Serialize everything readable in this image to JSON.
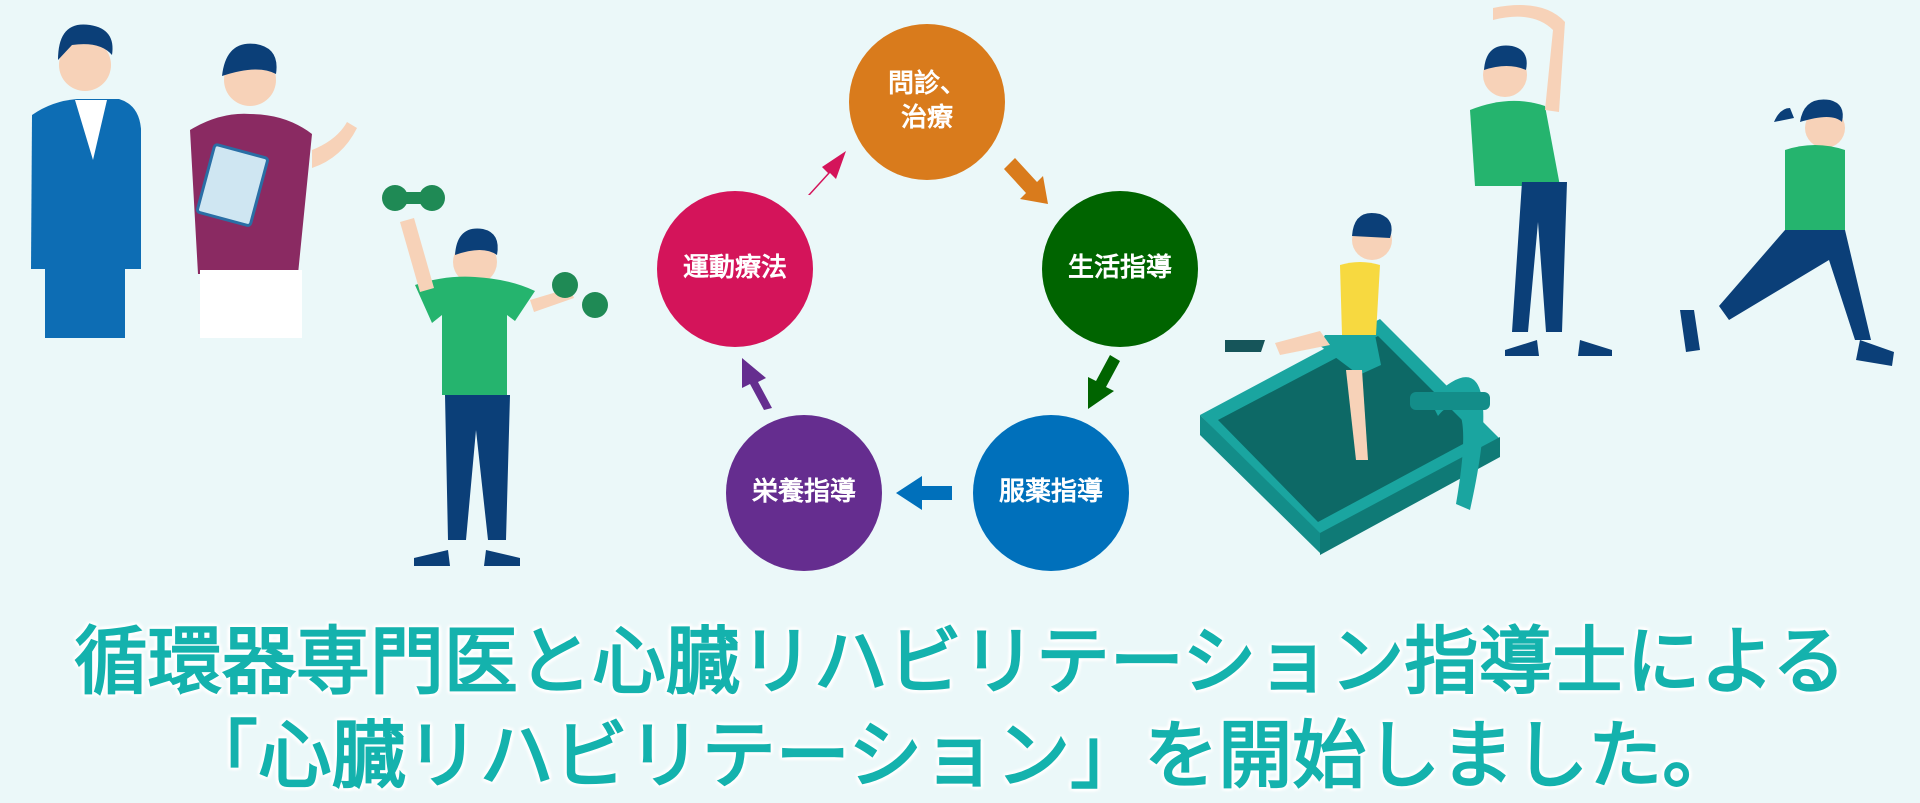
{
  "cycle": {
    "steps": [
      {
        "label": "問診、\n治療",
        "color": "#d97b1c"
      },
      {
        "label": "生活指導",
        "color": "#006400"
      },
      {
        "label": "服薬指導",
        "color": "#0070bb"
      },
      {
        "label": "栄養指導",
        "color": "#652d8f"
      },
      {
        "label": "運動療法",
        "color": "#d4145a"
      }
    ]
  },
  "headline": {
    "line1": "循環器専門医と心臓リハビリテーション指導士による",
    "line2": "「心臓リハビリテーション」を開始しました。",
    "color": "#14b2ad"
  }
}
